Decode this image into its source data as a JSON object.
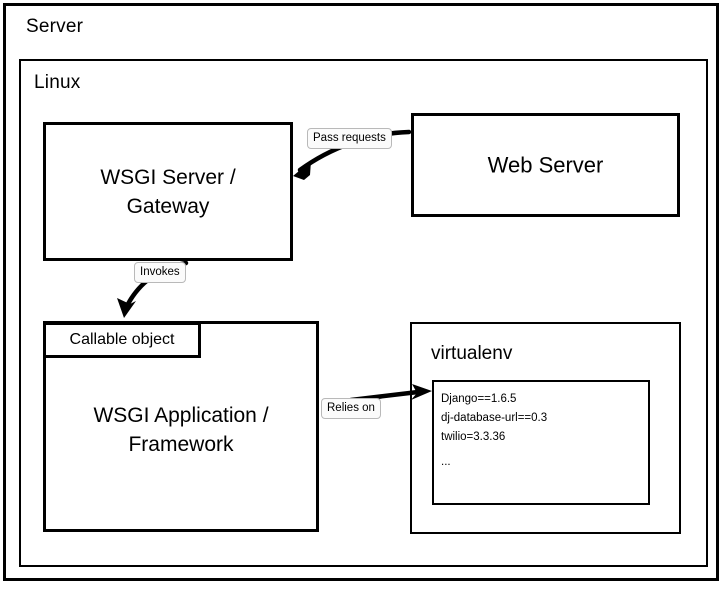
{
  "diagram": {
    "title": "WSGI server architecture diagram",
    "colors": {
      "stroke": "#000000",
      "background": "#ffffff",
      "label_fill": "#fbfbfb",
      "label_border": "#b9b9b9"
    },
    "containers": {
      "server": {
        "label": "Server"
      },
      "linux": {
        "label": "Linux"
      }
    },
    "nodes": {
      "wsgi_server": {
        "label": "WSGI Server /\nGateway"
      },
      "web_server": {
        "label": "Web Server"
      },
      "wsgi_app": {
        "label": "WSGI Application /\nFramework"
      },
      "callable_object": {
        "label": "Callable object"
      },
      "virtualenv": {
        "label": "virtualenv",
        "packages": [
          "Django==1.6.5",
          "dj-database-url==0.3",
          "twilio=3.3.36",
          "..."
        ]
      }
    },
    "edges": [
      {
        "id": "pass-requests",
        "label": "Pass requests",
        "from": "web_server",
        "to": "wsgi_server"
      },
      {
        "id": "invokes",
        "label": "Invokes",
        "from": "wsgi_server",
        "to": "callable_object"
      },
      {
        "id": "relies-on",
        "label": "Relies on",
        "from": "wsgi_app",
        "to": "virtualenv"
      }
    ]
  }
}
